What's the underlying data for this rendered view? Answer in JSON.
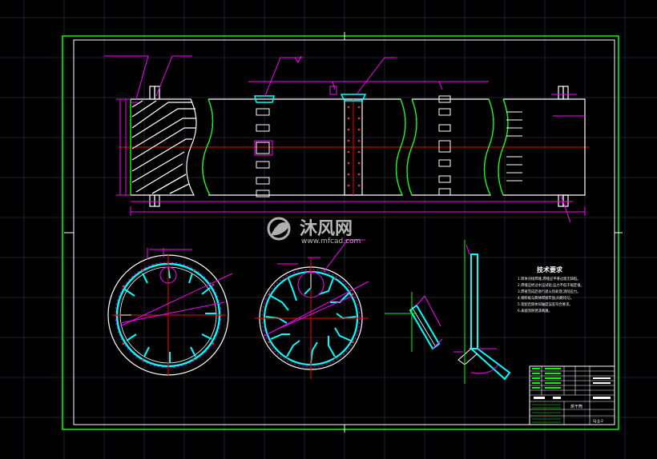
{
  "drawing": {
    "colors": {
      "background": "#000000",
      "grid": "#1c2430",
      "frame": "#00ff00",
      "outline": "#ffffff",
      "dimension": "#ff00ff",
      "centerline": "#ff0000",
      "hatch": "#00ffff",
      "detail": "#e0e0e0"
    },
    "notes": {
      "title": "技术要求",
      "lines": [
        "1.筒体对接焊缝,焊缝应平滑过渡无缺陷。",
        "2.焊缝应经过水压试验,压力不低于规定值。",
        "3.焊接完成后进行退火热处理,消除应力。",
        "4.扬料板与筒体焊接牢固,间距均匀。",
        "5.装配后筒体同轴度误差符合要求。",
        "6.表面涂防锈漆两遍。"
      ]
    },
    "title_block": {
      "drawing_name": "烘干筒",
      "drawing_no": "SJ-JJ-2"
    }
  },
  "watermark": {
    "brand_cn": "沐风网",
    "brand_url": "www.mfcad.com"
  }
}
